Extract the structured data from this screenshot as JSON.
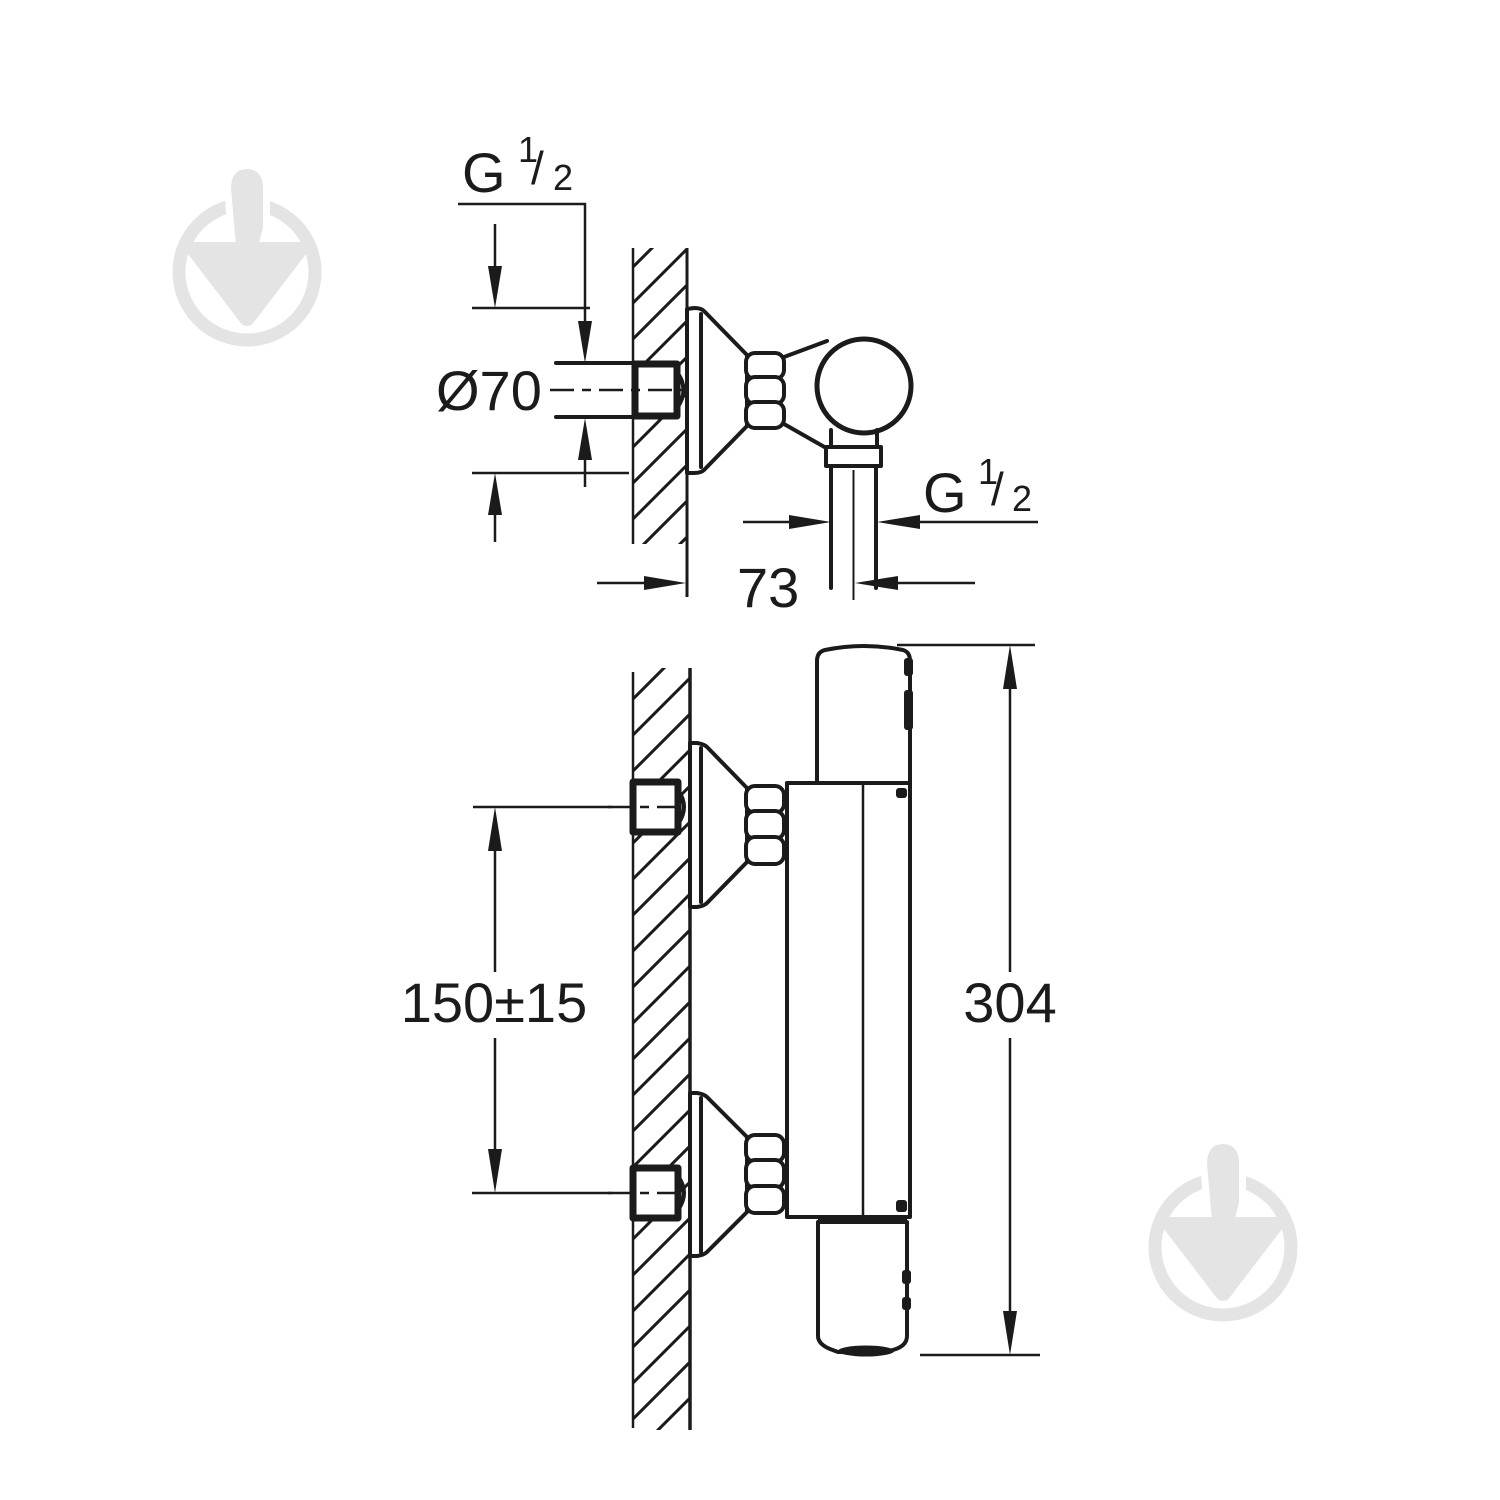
{
  "colors": {
    "line": "#1b1b1b",
    "background": "#ffffff",
    "watermark": "#e4e4e4"
  },
  "top_view": {
    "wall_thread_label": {
      "g": "G",
      "numerator": "1",
      "slash": "/",
      "denominator": "2"
    },
    "escutcheon_diameter_label": "Ø70",
    "wall_to_outlet_distance_label": "73",
    "outlet_thread_label": {
      "g": "G",
      "numerator": "1",
      "slash": "/",
      "denominator": "2"
    }
  },
  "side_view": {
    "connection_spacing_label": "150±15",
    "overall_height_label": "304"
  }
}
